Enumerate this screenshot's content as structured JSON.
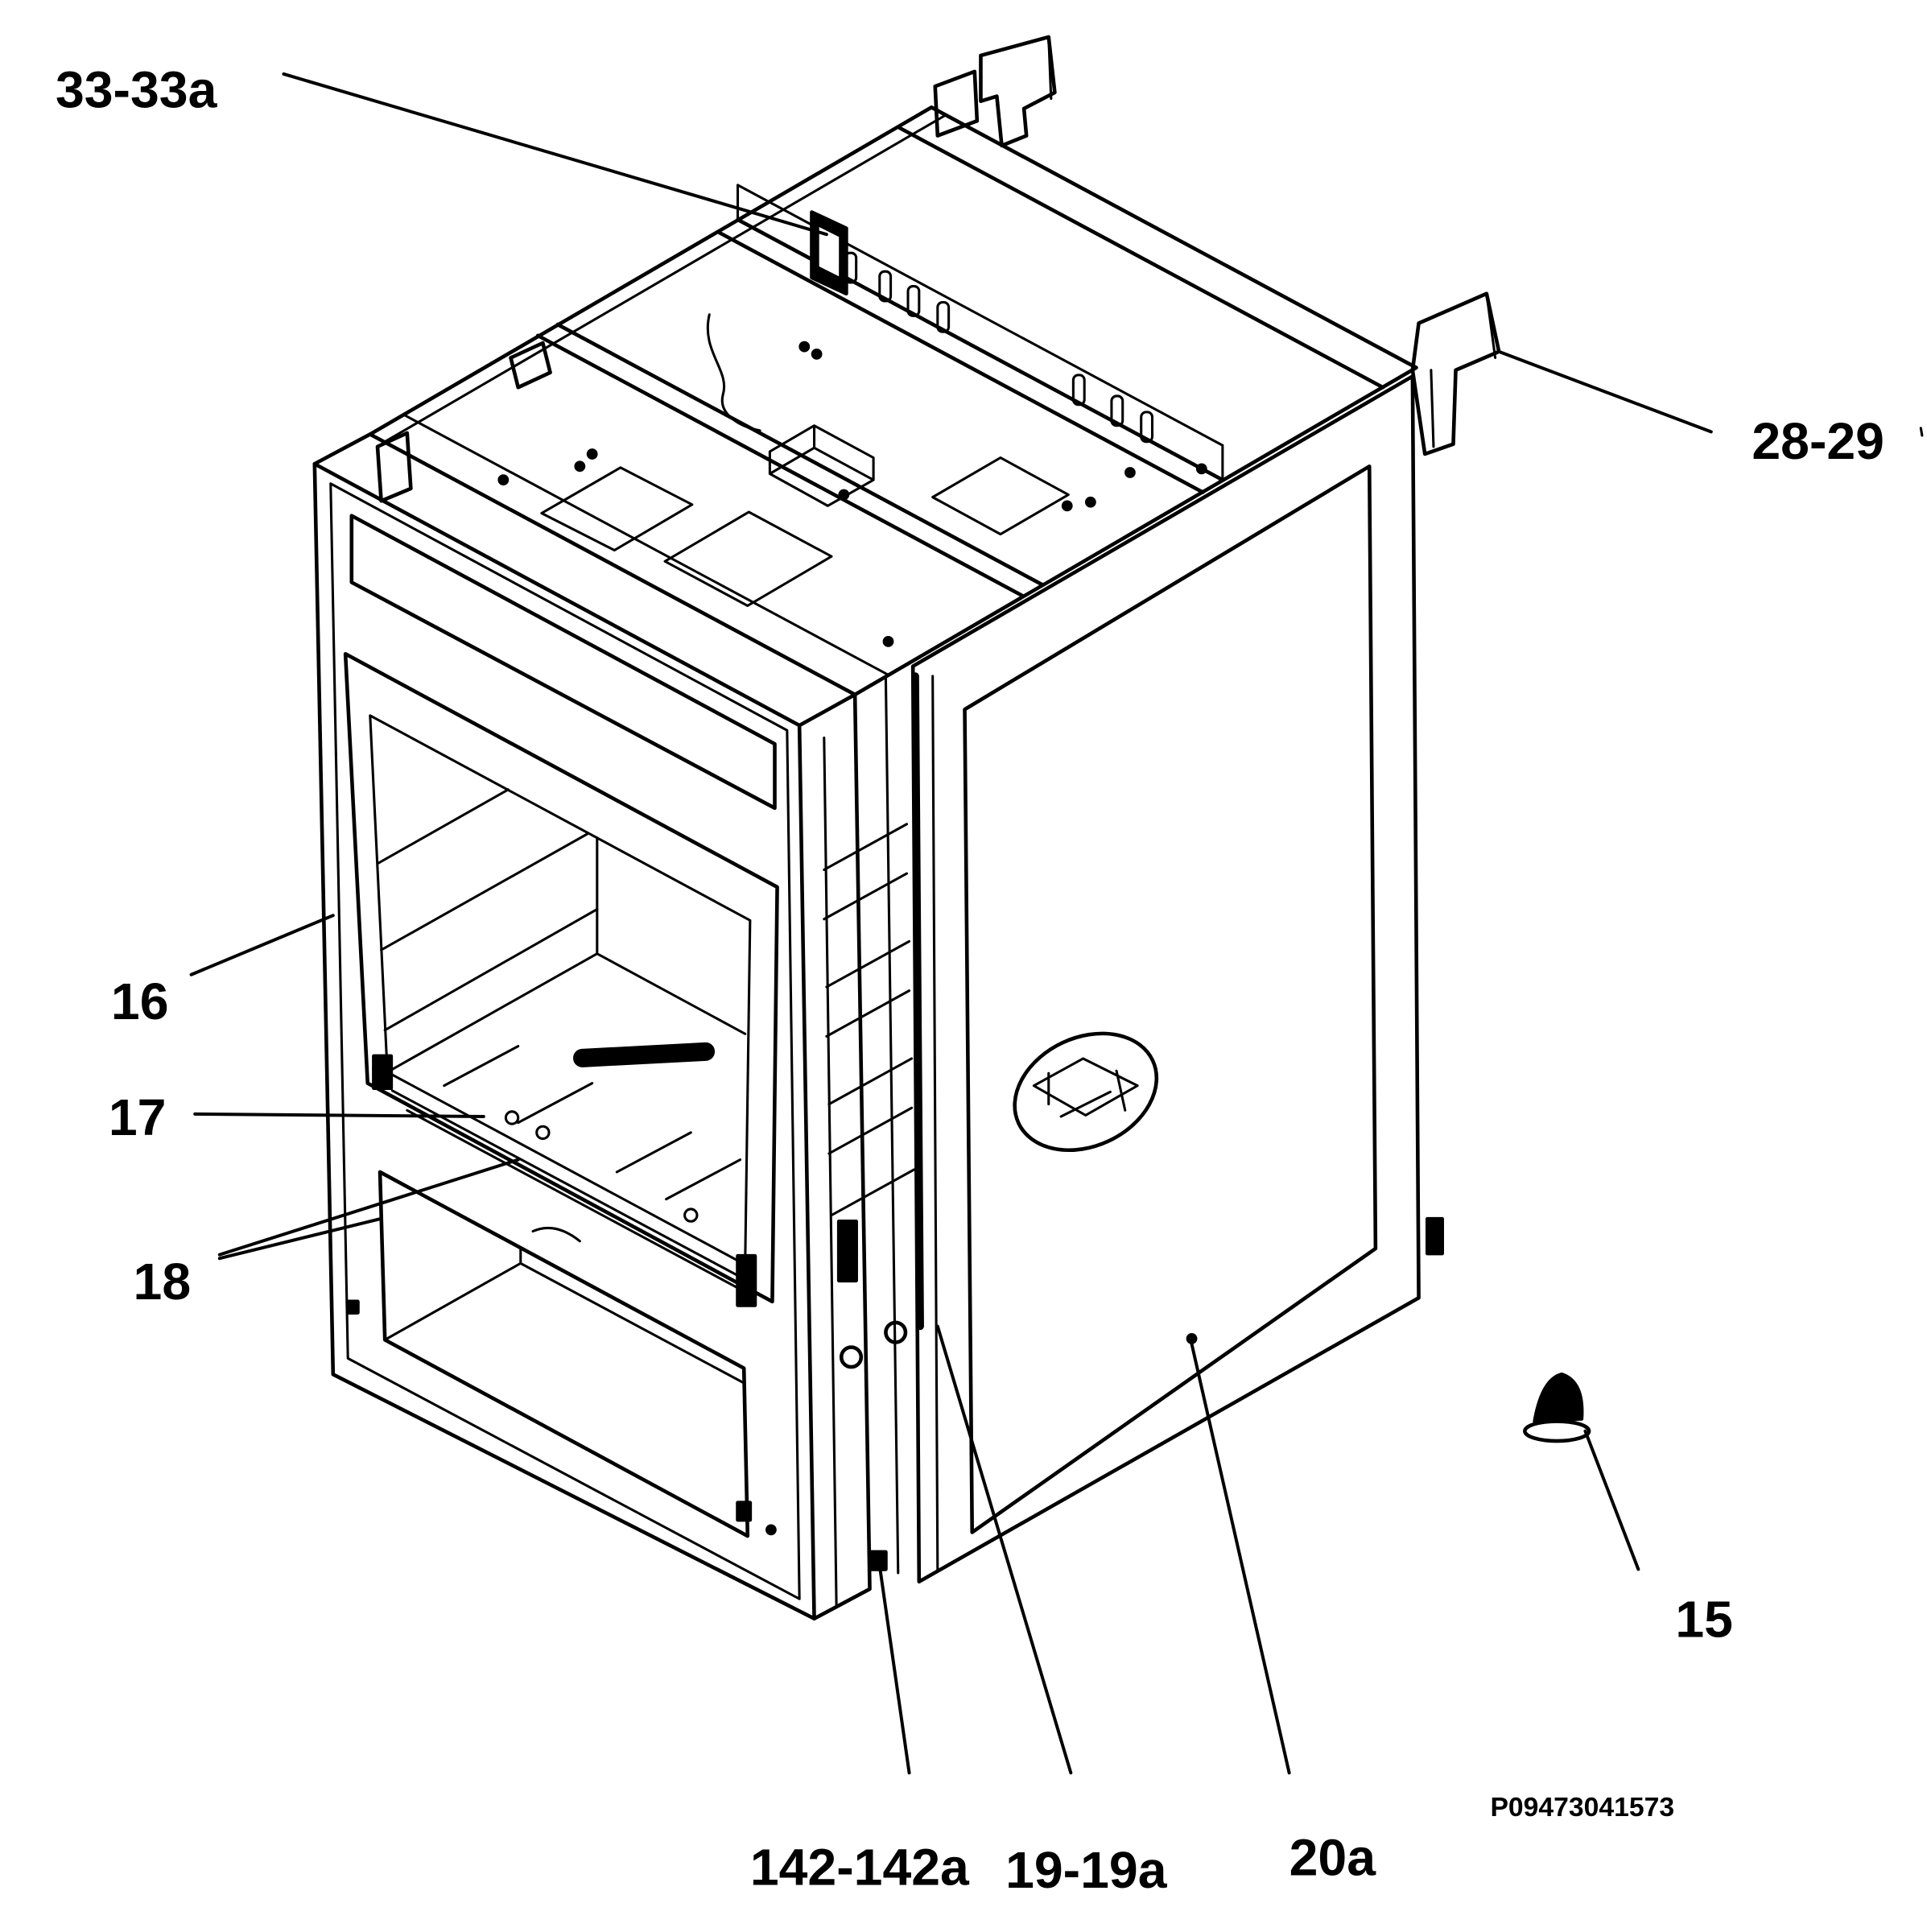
{
  "diagram": {
    "callouts": [
      "33-33a",
      "28-29",
      "16",
      "17",
      "18",
      "15",
      "142-142a",
      "19-19a",
      "20a"
    ],
    "drawing_code": "P09473041573"
  },
  "style": {
    "line_color": "#000000",
    "background": "#ffffff"
  }
}
